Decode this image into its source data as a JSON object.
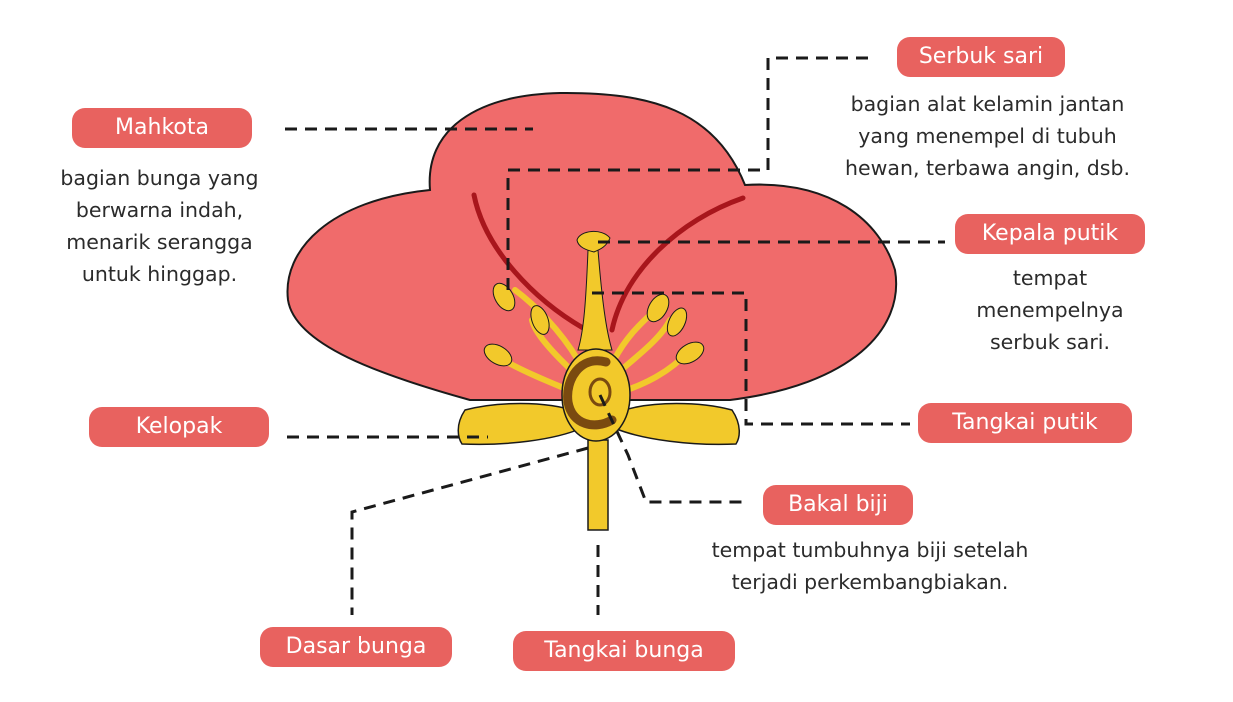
{
  "colors": {
    "petal": "#f06b6b",
    "petal_outline": "#1a1a1a",
    "vein": "#a8161c",
    "yellow": "#f2c92b",
    "ovary_ring": "#7a4a10",
    "label_bg": "#e8625f",
    "label_text": "#ffffff",
    "leader_line": "#1a1a1a"
  },
  "labels": {
    "mahkota": {
      "title": "Mahkota",
      "desc": [
        "bagian bunga yang",
        "berwarna indah,",
        "menarik serangga",
        "untuk hinggap."
      ]
    },
    "serbuk_sari": {
      "title": "Serbuk sari",
      "desc": [
        "bagian alat kelamin jantan",
        "yang menempel di tubuh",
        "hewan, terbawa angin, dsb."
      ]
    },
    "kepala_putik": {
      "title": "Kepala putik",
      "desc": [
        "tempat",
        "menempelnya",
        "serbuk sari."
      ]
    },
    "tangkai_putik": {
      "title": "Tangkai putik"
    },
    "kelopak": {
      "title": "Kelopak"
    },
    "bakal_biji": {
      "title": "Bakal biji",
      "desc": [
        "tempat tumbuhnya biji setelah",
        "terjadi perkembangbiakan."
      ]
    },
    "dasar_bunga": {
      "title": "Dasar bunga"
    },
    "tangkai_bunga": {
      "title": "Tangkai bunga"
    }
  }
}
